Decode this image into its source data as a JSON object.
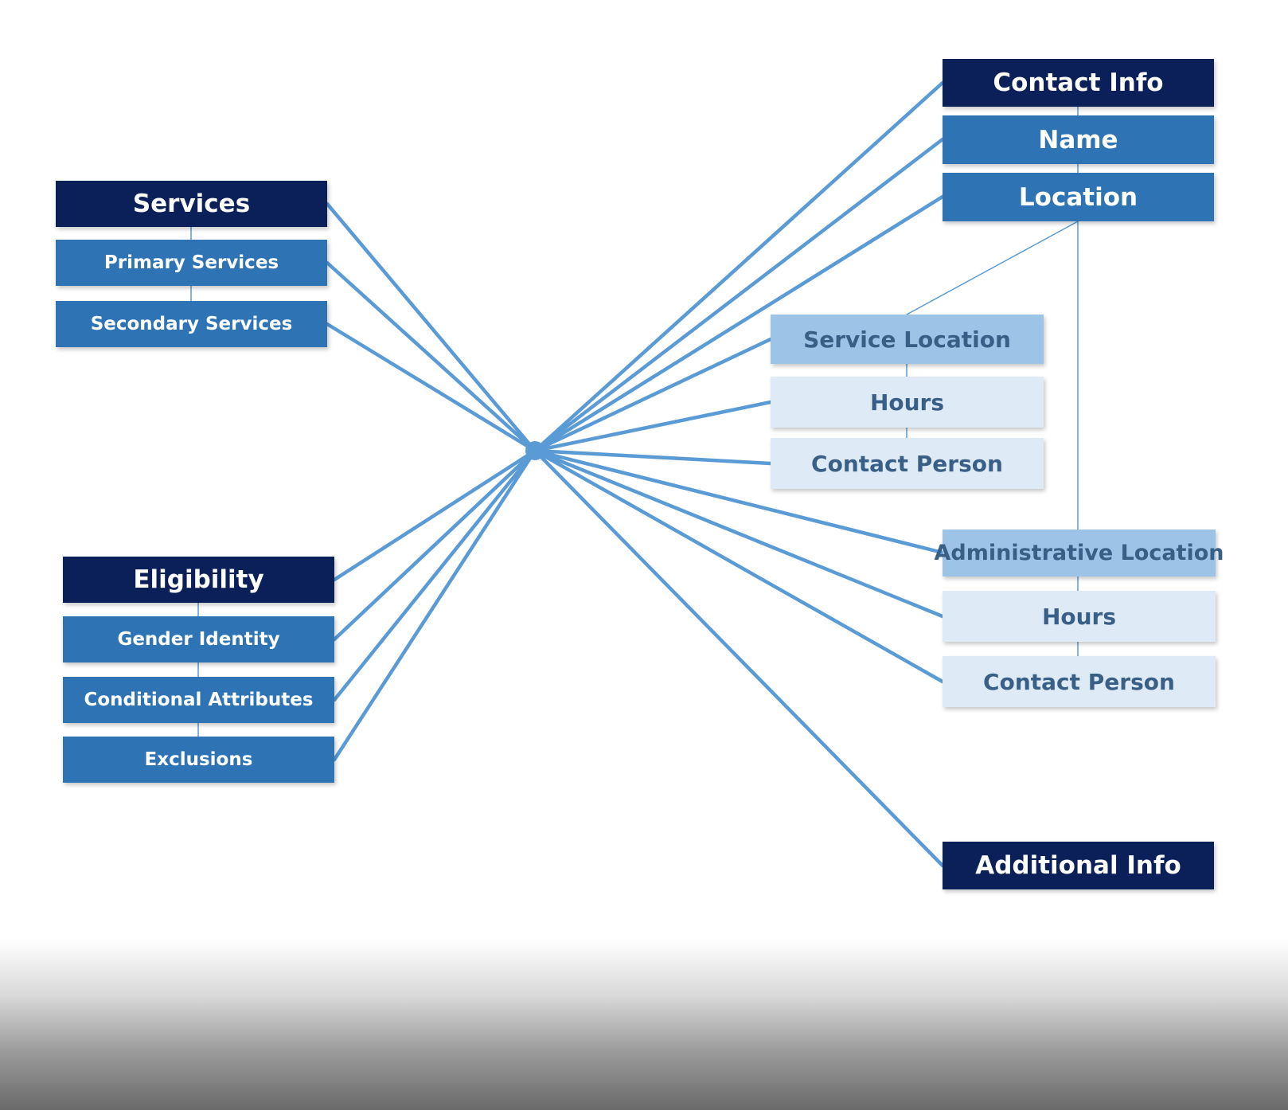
{
  "colors": {
    "dark": "#0b1f58",
    "mid": "#2e74b5",
    "light": "#9dc3e6",
    "pale": "#deebf7",
    "connector": "#5b9bd5"
  },
  "groups": {
    "services": {
      "title": "Services",
      "items": [
        "Primary Services",
        "Secondary Services"
      ]
    },
    "eligibility": {
      "title": "Eligibility",
      "items": [
        "Gender Identity",
        "Conditional Attributes",
        "Exclusions"
      ]
    },
    "contact_info": {
      "title": "Contact Info",
      "items": [
        "Name",
        "Location"
      ]
    },
    "service_location": {
      "title": "Service Location",
      "items": [
        "Hours",
        "Contact Person"
      ]
    },
    "administrative_location": {
      "title": "Administrative Location",
      "items": [
        "Hours",
        "Contact Person"
      ]
    },
    "additional_info": {
      "title": "Additional Info"
    }
  }
}
